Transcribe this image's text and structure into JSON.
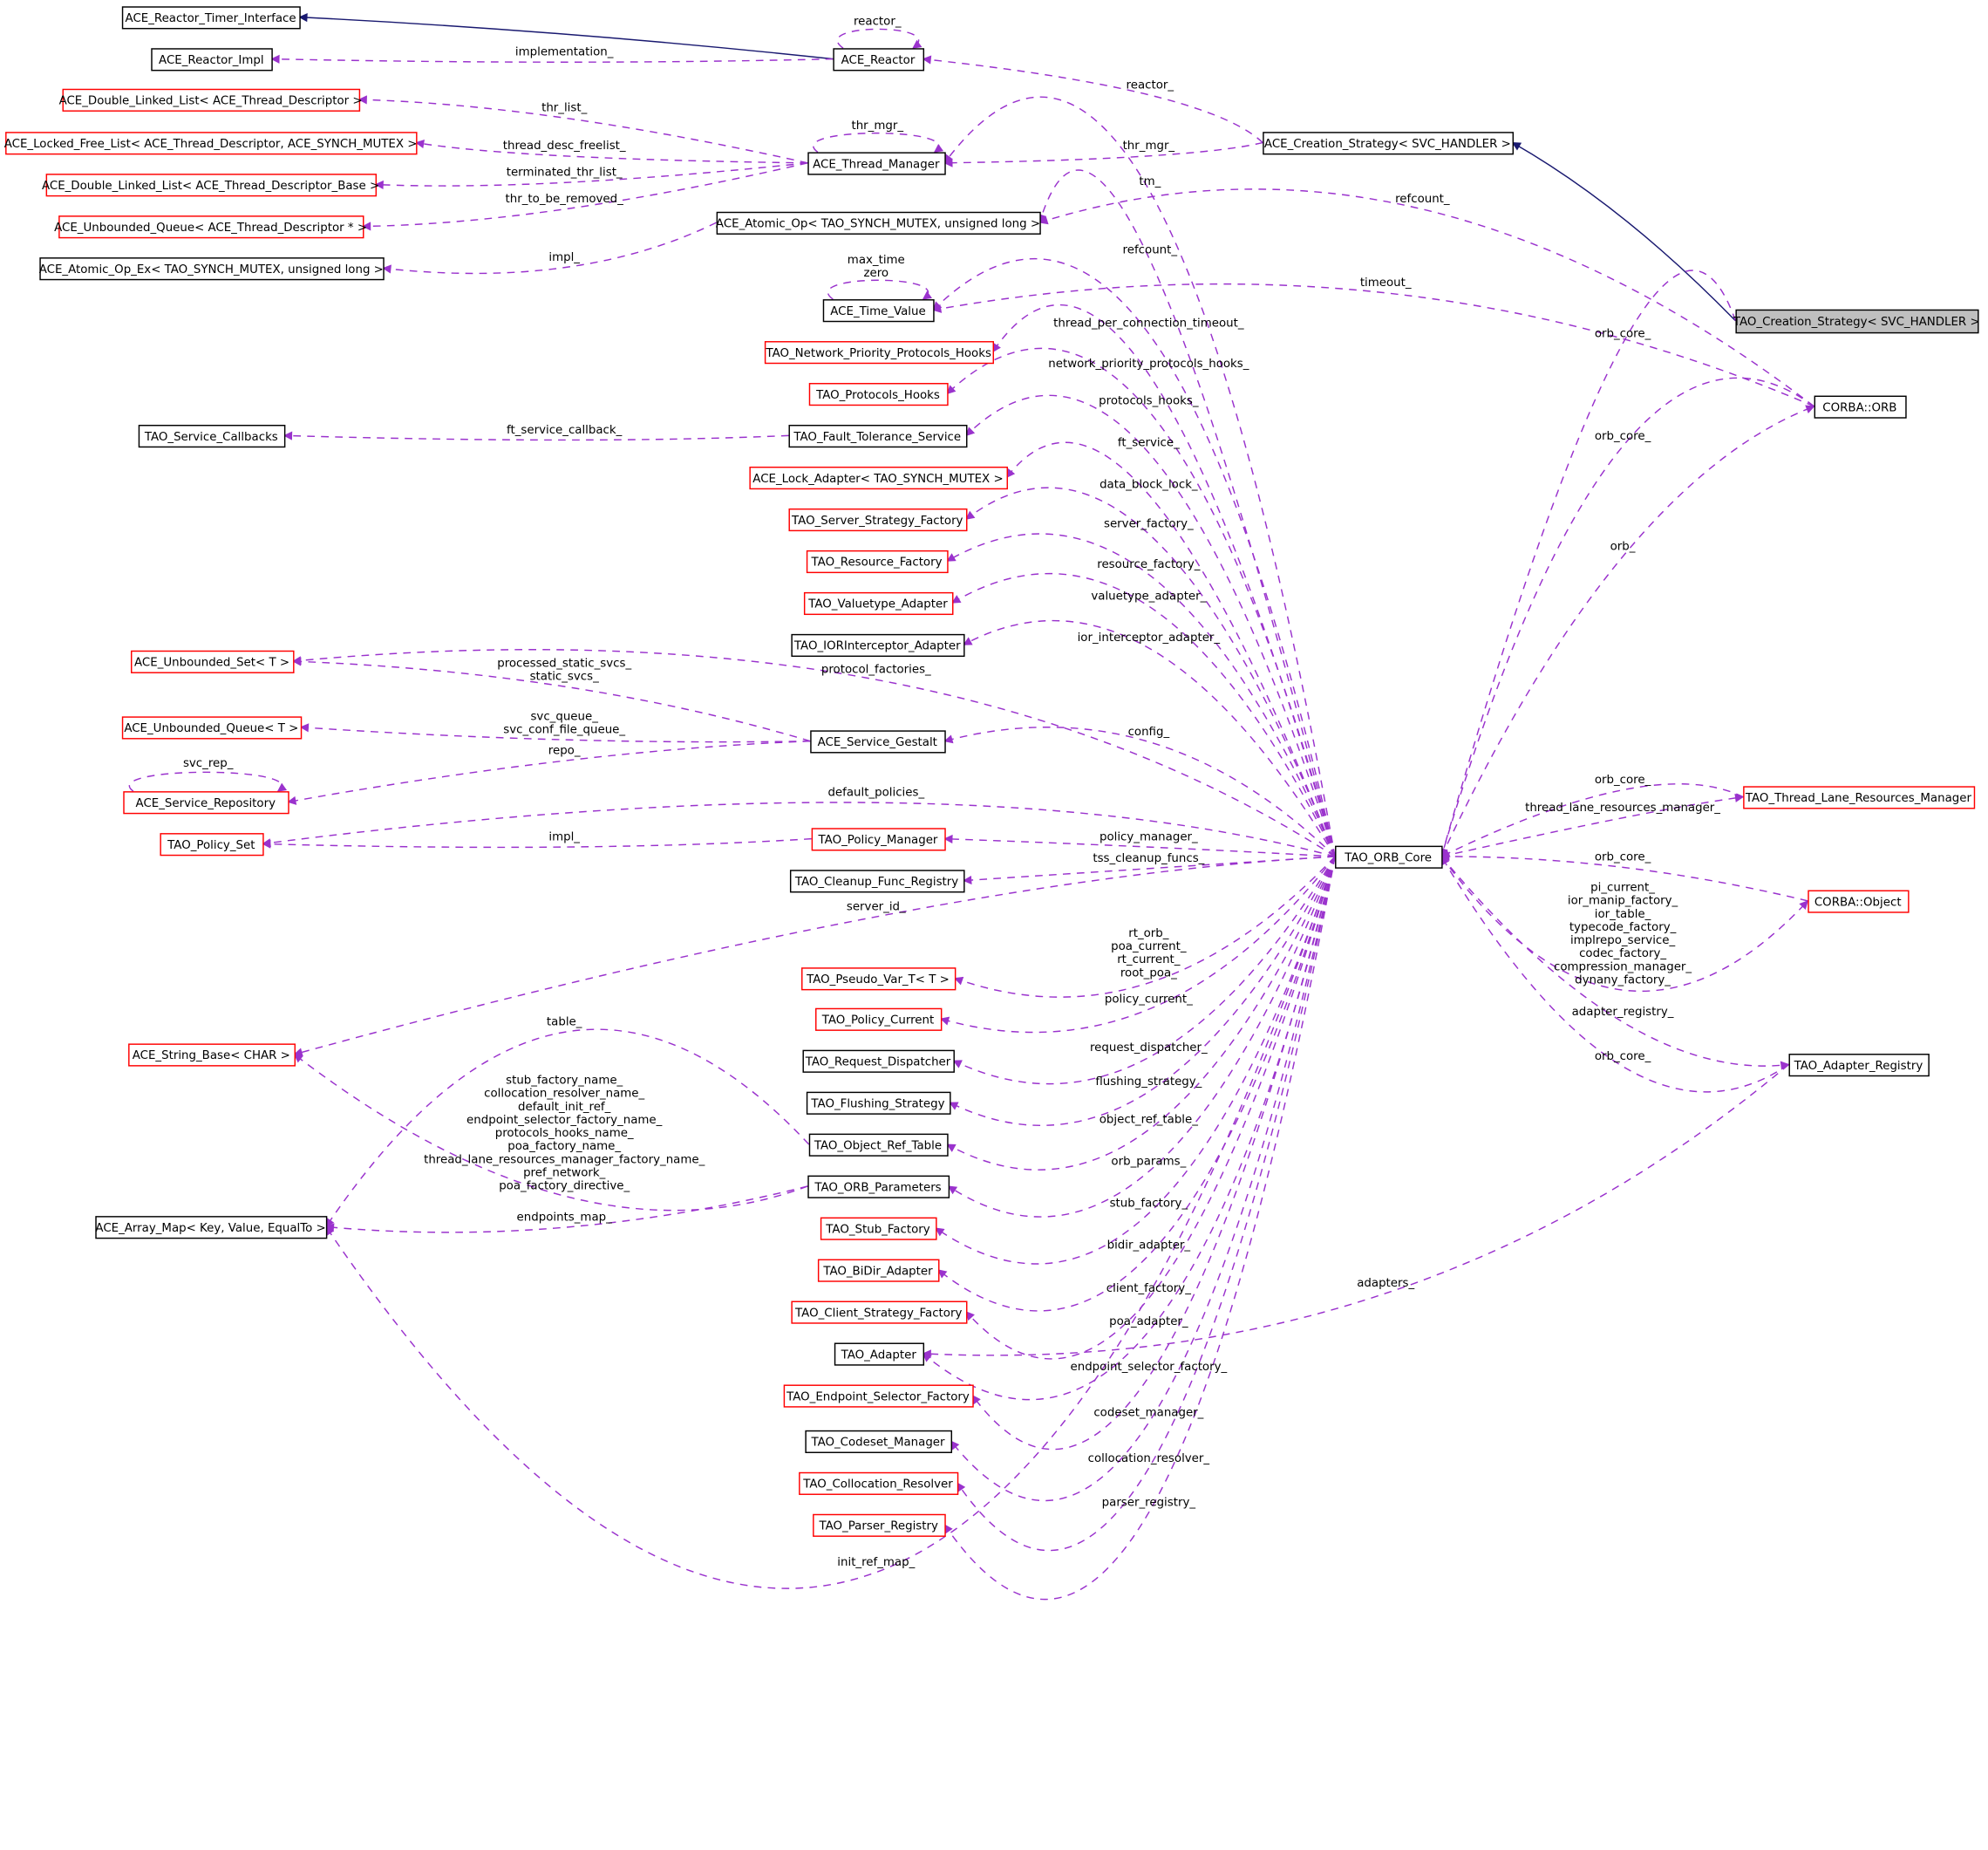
{
  "colors": {
    "usage_edge": "#9a32cd",
    "inherit_edge": "#191970",
    "red_border": "#ff0000",
    "selected_fill": "#bfbfbf"
  },
  "nodes": [
    {
      "label": "ACE_Reactor_Timer_Interface",
      "style": "black"
    },
    {
      "label": "ACE_Reactor_Impl",
      "style": "black"
    },
    {
      "label": "ACE_Reactor",
      "style": "black"
    },
    {
      "label": "ACE_Double_Linked_List< ACE_Thread_Descriptor >",
      "style": "red"
    },
    {
      "label": "ACE_Locked_Free_List< ACE_Thread_Descriptor, ACE_SYNCH_MUTEX >",
      "style": "red"
    },
    {
      "label": "ACE_Thread_Manager",
      "style": "black"
    },
    {
      "label": "ACE_Creation_Strategy< SVC_HANDLER >",
      "style": "black"
    },
    {
      "label": "ACE_Double_Linked_List< ACE_Thread_Descriptor_Base >",
      "style": "red"
    },
    {
      "label": "ACE_Unbounded_Queue< ACE_Thread_Descriptor * >",
      "style": "red"
    },
    {
      "label": "ACE_Atomic_Op< TAO_SYNCH_MUTEX, unsigned long >",
      "style": "black"
    },
    {
      "label": "ACE_Atomic_Op_Ex< TAO_SYNCH_MUTEX, unsigned long >",
      "style": "black"
    },
    {
      "label": "ACE_Time_Value",
      "style": "black"
    },
    {
      "label": "TAO_Creation_Strategy< SVC_HANDLER >",
      "style": "selected"
    },
    {
      "label": "TAO_Network_Priority_Protocols_Hooks",
      "style": "red"
    },
    {
      "label": "TAO_Protocols_Hooks",
      "style": "red"
    },
    {
      "label": "CORBA::ORB",
      "style": "black"
    },
    {
      "label": "TAO_Service_Callbacks",
      "style": "black"
    },
    {
      "label": "TAO_Fault_Tolerance_Service",
      "style": "black"
    },
    {
      "label": "ACE_Lock_Adapter< TAO_SYNCH_MUTEX >",
      "style": "red"
    },
    {
      "label": "TAO_Server_Strategy_Factory",
      "style": "red"
    },
    {
      "label": "TAO_Resource_Factory",
      "style": "red"
    },
    {
      "label": "TAO_Valuetype_Adapter",
      "style": "red"
    },
    {
      "label": "TAO_IORInterceptor_Adapter",
      "style": "black"
    },
    {
      "label": "ACE_Unbounded_Set< T >",
      "style": "red"
    },
    {
      "label": "ACE_Unbounded_Queue< T >",
      "style": "red"
    },
    {
      "label": "ACE_Service_Gestalt",
      "style": "black"
    },
    {
      "label": "ACE_Service_Repository",
      "style": "red"
    },
    {
      "label": "TAO_Thread_Lane_Resources_Manager",
      "style": "red"
    },
    {
      "label": "TAO_Policy_Set",
      "style": "red"
    },
    {
      "label": "TAO_Policy_Manager",
      "style": "red"
    },
    {
      "label": "TAO_ORB_Core",
      "style": "black"
    },
    {
      "label": "TAO_Cleanup_Func_Registry",
      "style": "black"
    },
    {
      "label": "CORBA::Object",
      "style": "red"
    },
    {
      "label": "TAO_Pseudo_Var_T< T >",
      "style": "red"
    },
    {
      "label": "TAO_Policy_Current",
      "style": "red"
    },
    {
      "label": "ACE_String_Base< CHAR >",
      "style": "red"
    },
    {
      "label": "TAO_Request_Dispatcher",
      "style": "black"
    },
    {
      "label": "TAO_Adapter_Registry",
      "style": "black"
    },
    {
      "label": "TAO_Flushing_Strategy",
      "style": "black"
    },
    {
      "label": "TAO_Object_Ref_Table",
      "style": "black"
    },
    {
      "label": "TAO_ORB_Parameters",
      "style": "black"
    },
    {
      "label": "ACE_Array_Map< Key, Value, EqualTo >",
      "style": "black"
    },
    {
      "label": "TAO_Stub_Factory",
      "style": "red"
    },
    {
      "label": "TAO_BiDir_Adapter",
      "style": "red"
    },
    {
      "label": "TAO_Client_Strategy_Factory",
      "style": "red"
    },
    {
      "label": "TAO_Adapter",
      "style": "black"
    },
    {
      "label": "TAO_Endpoint_Selector_Factory",
      "style": "red"
    },
    {
      "label": "TAO_Codeset_Manager",
      "style": "black"
    },
    {
      "label": "TAO_Collocation_Resolver",
      "style": "red"
    },
    {
      "label": "TAO_Parser_Registry",
      "style": "red"
    }
  ],
  "edges": [
    {
      "from": 2,
      "to": 0,
      "kind": "inherit",
      "label": []
    },
    {
      "from": 2,
      "to": 2,
      "kind": "usage",
      "label": [
        "reactor_"
      ]
    },
    {
      "from": 2,
      "to": 1,
      "kind": "usage",
      "label": [
        "implementation_"
      ]
    },
    {
      "from": 6,
      "to": 2,
      "kind": "usage",
      "label": [
        "reactor_"
      ]
    },
    {
      "from": 5,
      "to": 3,
      "kind": "usage",
      "label": [
        "thr_list_"
      ]
    },
    {
      "from": 5,
      "to": 5,
      "kind": "usage",
      "label": [
        "thr_mgr_"
      ]
    },
    {
      "from": 5,
      "to": 4,
      "kind": "usage",
      "label": [
        "thread_desc_freelist_"
      ]
    },
    {
      "from": 5,
      "to": 7,
      "kind": "usage",
      "label": [
        "terminated_thr_list_"
      ]
    },
    {
      "from": 5,
      "to": 8,
      "kind": "usage",
      "label": [
        "thr_to_be_removed_"
      ]
    },
    {
      "from": 6,
      "to": 5,
      "kind": "usage",
      "label": [
        "thr_mgr_"
      ]
    },
    {
      "from": 30,
      "to": 5,
      "kind": "usage",
      "label": [
        "tm_"
      ]
    },
    {
      "from": 9,
      "to": 10,
      "kind": "usage",
      "label": [
        "impl_"
      ]
    },
    {
      "from": 12,
      "to": 6,
      "kind": "inherit",
      "label": []
    },
    {
      "from": 15,
      "to": 9,
      "kind": "usage",
      "label": [
        "refcount_"
      ]
    },
    {
      "from": 30,
      "to": 9,
      "kind": "usage",
      "label": [
        "refcount_"
      ]
    },
    {
      "from": 11,
      "to": 11,
      "kind": "usage",
      "label": [
        "max_time",
        "zero"
      ]
    },
    {
      "from": 15,
      "to": 11,
      "kind": "usage",
      "label": [
        "timeout_"
      ]
    },
    {
      "from": 30,
      "to": 11,
      "kind": "usage",
      "label": [
        "thread_per_connection_timeout_"
      ]
    },
    {
      "from": 12,
      "to": 30,
      "kind": "usage",
      "label": [
        "orb_core_"
      ]
    },
    {
      "from": 30,
      "to": 13,
      "kind": "usage",
      "label": [
        "network_priority_protocols_hooks_"
      ]
    },
    {
      "from": 30,
      "to": 14,
      "kind": "usage",
      "label": [
        "protocols_hooks_"
      ]
    },
    {
      "from": 15,
      "to": 30,
      "kind": "usage",
      "label": [
        "orb_core_"
      ]
    },
    {
      "from": 17,
      "to": 16,
      "kind": "usage",
      "label": [
        "ft_service_callback_"
      ]
    },
    {
      "from": 30,
      "to": 17,
      "kind": "usage",
      "label": [
        "ft_service_"
      ]
    },
    {
      "from": 30,
      "to": 18,
      "kind": "usage",
      "label": [
        "data_block_lock_"
      ]
    },
    {
      "from": 30,
      "to": 19,
      "kind": "usage",
      "label": [
        "server_factory_"
      ]
    },
    {
      "from": 30,
      "to": 20,
      "kind": "usage",
      "label": [
        "resource_factory_"
      ]
    },
    {
      "from": 30,
      "to": 15,
      "kind": "usage",
      "label": [
        "orb_"
      ]
    },
    {
      "from": 30,
      "to": 21,
      "kind": "usage",
      "label": [
        "valuetype_adapter_"
      ]
    },
    {
      "from": 30,
      "to": 22,
      "kind": "usage",
      "label": [
        "ior_interceptor_adapter_"
      ]
    },
    {
      "from": 25,
      "to": 23,
      "kind": "usage",
      "label": [
        "processed_static_svcs_",
        "static_svcs_"
      ]
    },
    {
      "from": 30,
      "to": 23,
      "kind": "usage",
      "label": [
        "protocol_factories_"
      ]
    },
    {
      "from": 25,
      "to": 24,
      "kind": "usage",
      "label": [
        "svc_queue_",
        "svc_conf_file_queue_"
      ]
    },
    {
      "from": 30,
      "to": 25,
      "kind": "usage",
      "label": [
        "config_"
      ]
    },
    {
      "from": 25,
      "to": 26,
      "kind": "usage",
      "label": [
        "repo_"
      ]
    },
    {
      "from": 26,
      "to": 26,
      "kind": "usage",
      "label": [
        "svc_rep_"
      ]
    },
    {
      "from": 30,
      "to": 28,
      "kind": "usage",
      "label": [
        "default_policies_"
      ]
    },
    {
      "from": 27,
      "to": 30,
      "kind": "usage",
      "label": [
        "orb_core_"
      ]
    },
    {
      "from": 30,
      "to": 27,
      "kind": "usage",
      "label": [
        "thread_lane_resources_manager_"
      ]
    },
    {
      "from": 29,
      "to": 28,
      "kind": "usage",
      "label": [
        "impl_"
      ]
    },
    {
      "from": 30,
      "to": 29,
      "kind": "usage",
      "label": [
        "policy_manager_"
      ]
    },
    {
      "from": 30,
      "to": 31,
      "kind": "usage",
      "label": [
        "tss_cleanup_funcs_"
      ]
    },
    {
      "from": 32,
      "to": 30,
      "kind": "usage",
      "label": [
        "orb_core_"
      ]
    },
    {
      "from": 30,
      "to": 35,
      "kind": "usage",
      "label": [
        "server_id_"
      ]
    },
    {
      "from": 30,
      "to": 32,
      "kind": "usage",
      "label": [
        "pi_current_",
        "ior_manip_factory_",
        "ior_table_",
        "typecode_factory_",
        "implrepo_service_",
        "codec_factory_",
        "compression_manager_",
        "dynany_factory_"
      ]
    },
    {
      "from": 30,
      "to": 33,
      "kind": "usage",
      "label": [
        "rt_orb_",
        "poa_current_",
        "rt_current_",
        "root_poa_"
      ]
    },
    {
      "from": 30,
      "to": 34,
      "kind": "usage",
      "label": [
        "policy_current_"
      ]
    },
    {
      "from": 30,
      "to": 37,
      "kind": "usage",
      "label": [
        "adapter_registry_"
      ]
    },
    {
      "from": 30,
      "to": 36,
      "kind": "usage",
      "label": [
        "request_dispatcher_"
      ]
    },
    {
      "from": 37,
      "to": 30,
      "kind": "usage",
      "label": [
        "orb_core_"
      ]
    },
    {
      "from": 39,
      "to": 41,
      "kind": "usage",
      "label": [
        "table_"
      ]
    },
    {
      "from": 30,
      "to": 38,
      "kind": "usage",
      "label": [
        "flushing_strategy_"
      ]
    },
    {
      "from": 40,
      "to": 35,
      "kind": "usage",
      "label": [
        "stub_factory_name_",
        "collocation_resolver_name_",
        "default_init_ref_",
        "endpoint_selector_factory_name_",
        "protocols_hooks_name_",
        "poa_factory_name_",
        "thread_lane_resources_manager_factory_name_",
        "pref_network_",
        "poa_factory_directive_"
      ]
    },
    {
      "from": 30,
      "to": 39,
      "kind": "usage",
      "label": [
        "object_ref_table_"
      ]
    },
    {
      "from": 30,
      "to": 40,
      "kind": "usage",
      "label": [
        "orb_params_"
      ]
    },
    {
      "from": 40,
      "to": 41,
      "kind": "usage",
      "label": [
        "endpoints_map_"
      ]
    },
    {
      "from": 30,
      "to": 42,
      "kind": "usage",
      "label": [
        "stub_factory_"
      ]
    },
    {
      "from": 30,
      "to": 43,
      "kind": "usage",
      "label": [
        "bidir_adapter_"
      ]
    },
    {
      "from": 30,
      "to": 44,
      "kind": "usage",
      "label": [
        "client_factory_"
      ]
    },
    {
      "from": 30,
      "to": 45,
      "kind": "usage",
      "label": [
        "poa_adapter_"
      ]
    },
    {
      "from": 37,
      "to": 45,
      "kind": "usage",
      "label": [
        "adapters_"
      ]
    },
    {
      "from": 30,
      "to": 46,
      "kind": "usage",
      "label": [
        "endpoint_selector_factory_"
      ]
    },
    {
      "from": 30,
      "to": 47,
      "kind": "usage",
      "label": [
        "codeset_manager_"
      ]
    },
    {
      "from": 30,
      "to": 48,
      "kind": "usage",
      "label": [
        "collocation_resolver_"
      ]
    },
    {
      "from": 30,
      "to": 49,
      "kind": "usage",
      "label": [
        "parser_registry_"
      ]
    },
    {
      "from": 30,
      "to": 41,
      "kind": "usage",
      "label": [
        "init_ref_map_"
      ]
    }
  ]
}
